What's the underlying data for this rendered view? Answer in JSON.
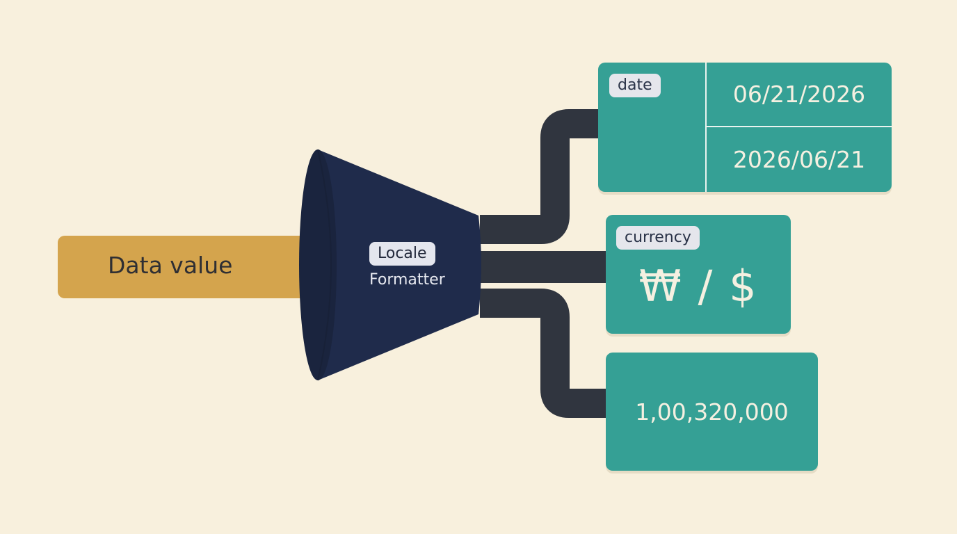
{
  "input": {
    "label": "Data value"
  },
  "formatter": {
    "chip": "Locale",
    "label": "Formatter"
  },
  "outputs": {
    "date": {
      "chip": "date",
      "values": [
        "06/21/2026",
        "2026/06/21"
      ]
    },
    "currency": {
      "chip": "currency",
      "value": "₩ / $"
    },
    "number": {
      "value": "1,00,320,000"
    }
  },
  "colors": {
    "background": "#f8f0dd",
    "input_bar": "#d4a44d",
    "funnel": "#1f2b4b",
    "pipes": "#30353f",
    "output_card": "#35a095",
    "chip": "#e5e6ec"
  }
}
